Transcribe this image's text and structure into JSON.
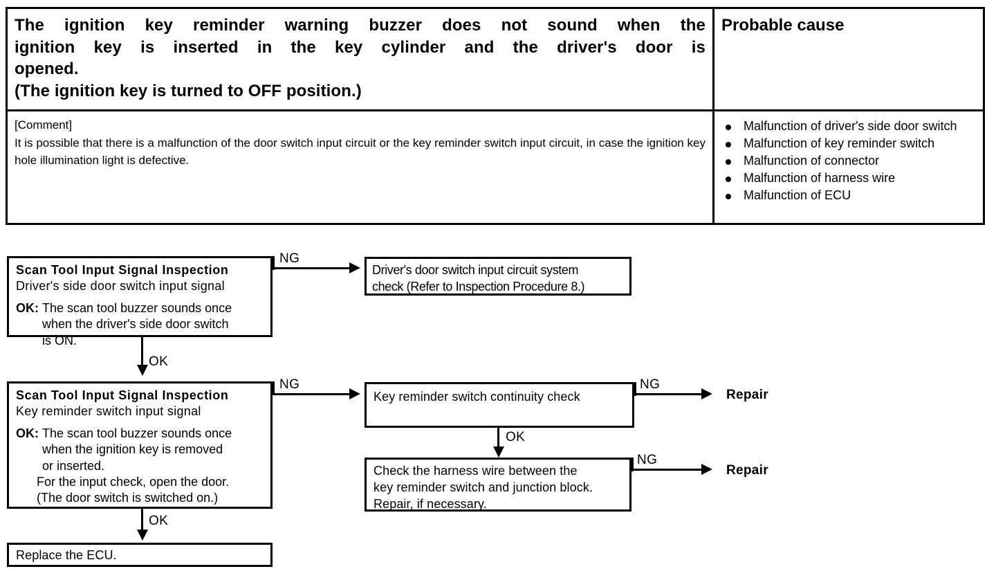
{
  "table": {
    "symptom_heading_lines": [
      "The ignition key reminder warning buzzer does not sound when the",
      "ignition key is inserted in the key cylinder and the driver's door is",
      "opened.",
      "(The ignition key is turned to OFF position.)"
    ],
    "probable_cause_heading": "Probable cause",
    "comment_label": "[Comment]",
    "comment_text": "It is possible that there is a malfunction of the door switch input circuit or the key reminder switch input circuit, in case the ignition key hole illumination light is defective.",
    "causes": [
      "Malfunction of   driver's side door switch",
      "Malfunction of key reminder switch",
      "Malfunction of   connector",
      "Malfunction of   harness wire",
      "Malfunction of   ECU"
    ]
  },
  "flow": {
    "step1": {
      "title": "Scan Tool Input Signal Inspection",
      "subtitle": "Driver's side door switch input signal",
      "ok_tag": "OK:",
      "ok_lines": [
        "The scan tool buzzer sounds once",
        "when the driver's side door switch",
        "is ON."
      ]
    },
    "step1_ng_box": {
      "line1": "Driver's door switch input circuit system",
      "line2": "check (Refer to Inspection Procedure 8.)"
    },
    "step2": {
      "title": "Scan Tool Input Signal Inspection",
      "subtitle": "Key reminder switch input signal",
      "ok_tag": "OK:",
      "ok_lines": [
        "The scan tool buzzer sounds once",
        "when the ignition key is removed",
        "or inserted."
      ],
      "extra_lines": [
        "For the input check, open the door.",
        "(The door switch is switched on.)"
      ]
    },
    "continuity_box": {
      "text": "Key reminder switch continuity check"
    },
    "harness_box": {
      "line1": "Check the harness wire between the",
      "line2": "key reminder switch and junction block.",
      "line3": "Repair, if necessary."
    },
    "final_box": {
      "text": "Replace the ECU."
    },
    "labels": {
      "ng1": "NG",
      "ng2": "NG",
      "ng3": "NG",
      "ng4": "NG",
      "ok1": "OK",
      "ok2": "OK",
      "ok3": "OK",
      "repair1": "Repair",
      "repair2": "Repair"
    }
  }
}
